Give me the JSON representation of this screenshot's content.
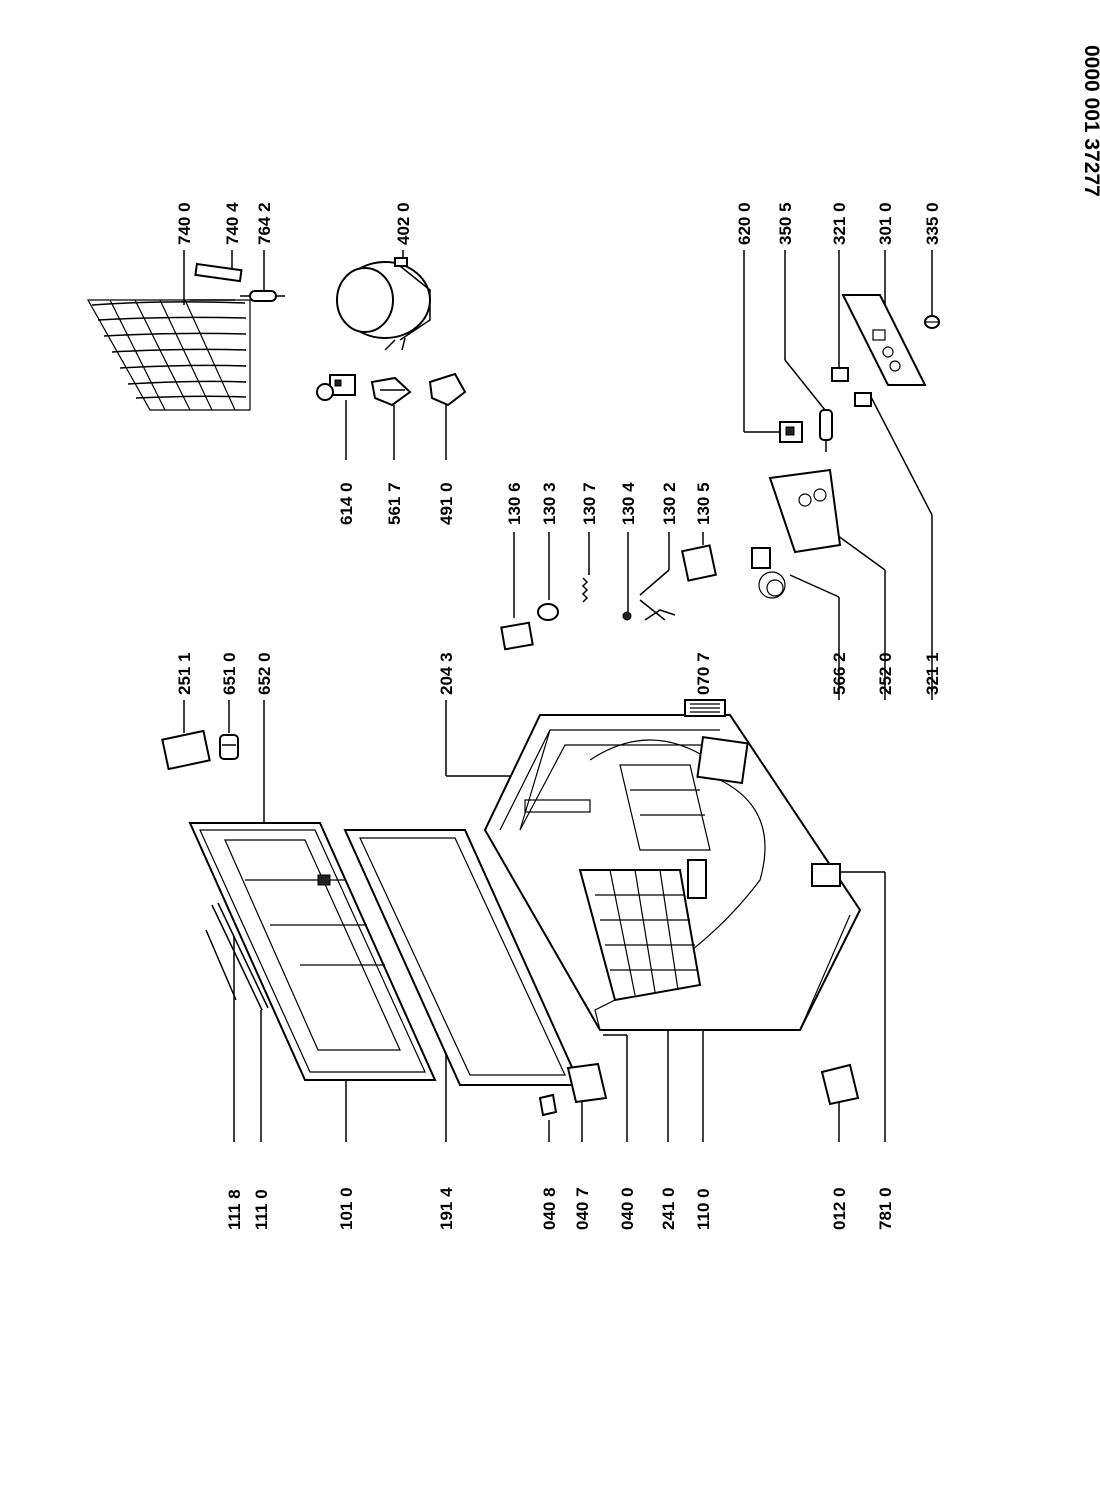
{
  "document_number": "0000 001 37277",
  "labels": {
    "p1118": "111 8",
    "p1110": "111 0",
    "p1010": "101 0",
    "p1914": "191 4",
    "p0408": "040 8",
    "p0407": "040 7",
    "p0400": "040 0",
    "p2410": "241 0",
    "p1100": "110 0",
    "p0120": "012 0",
    "p7810": "781 0",
    "p2511": "251 1",
    "p6510": "651 0",
    "p6520": "652 0",
    "p2043": "204 3",
    "p0707": "070 7",
    "p5662": "566 2",
    "p2520": "252 0",
    "p3211": "321 1",
    "p1306": "130 6",
    "p1303": "130 3",
    "p1307": "130 7",
    "p1304": "130 4",
    "p1302": "130 2",
    "p1305": "130 5",
    "p6140": "614 0",
    "p5617": "561 7",
    "p4910": "491 0",
    "p7400": "740 0",
    "p7404": "740 4",
    "p7642": "764 2",
    "p4020": "402 0",
    "p6200": "620 0",
    "p3505": "350 5",
    "p3210": "321 0",
    "p3010": "301 0",
    "p3350": "335 0"
  }
}
